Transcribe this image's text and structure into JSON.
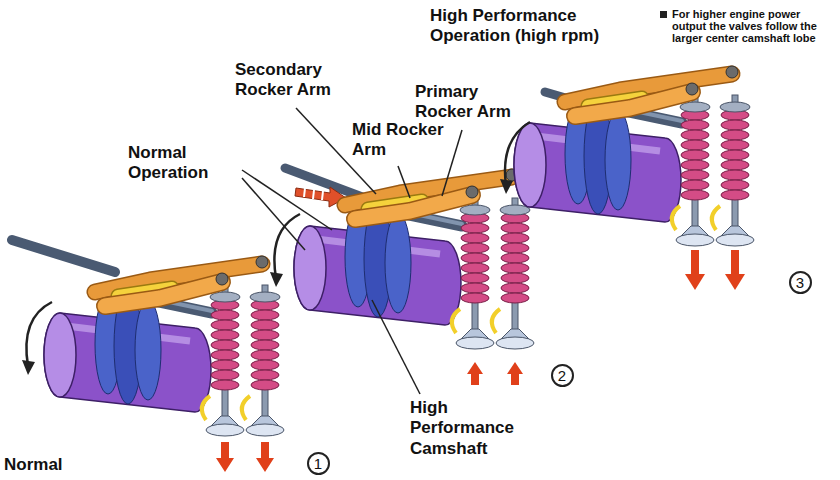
{
  "diagram": {
    "title": "High Performance Operation (high rpm)",
    "nodes": [
      {
        "text": [
          "1"
        ]
      },
      {
        "text": [
          "2"
        ]
      },
      {
        "text": [
          "3"
        ]
      }
    ],
    "labels": [
      "For higher engine power output the valves follow the larger center camshaft lobe",
      "Secondary Rocker Arm",
      "Primary Rocker Arm",
      "Mid Rocker Arm",
      "Normal Operation",
      "High Performance Camshaft",
      "Normal"
    ]
  }
}
